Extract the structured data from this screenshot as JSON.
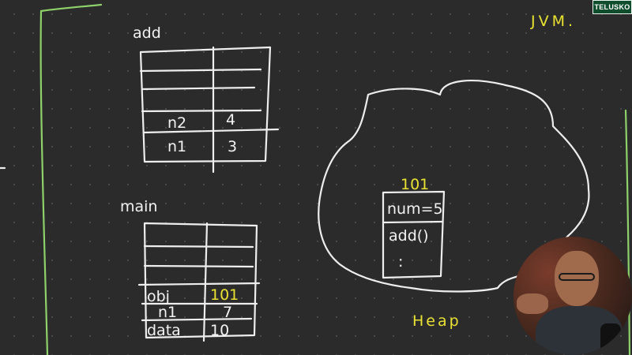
{
  "brand": {
    "logo_text": "TELUSKO"
  },
  "board": {
    "jvm_label": "JVM.",
    "heap_label": "Heap",
    "add_frame": {
      "title": "add",
      "rows": [
        {
          "var": "n2",
          "value": "4"
        },
        {
          "var": "n1",
          "value": "3"
        }
      ]
    },
    "main_frame": {
      "title": "main",
      "rows": [
        {
          "var": "obj",
          "value": "101"
        },
        {
          "var": "n1",
          "value": "7"
        },
        {
          "var": "data",
          "value": "10"
        }
      ]
    },
    "heap_object": {
      "address": "101",
      "field": "num=5",
      "method": "add()",
      "ellipsis": ":"
    }
  },
  "colors": {
    "background": "#2b2b2b",
    "chalk": "#f2f2f2",
    "highlight_yellow": "#e9e233",
    "border_green": "#8ed16a",
    "logo_green": "#0f4d2c"
  }
}
